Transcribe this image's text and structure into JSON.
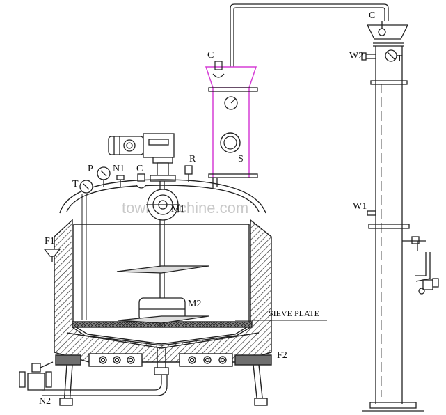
{
  "labels": {
    "c_top_left": "C",
    "c_top_right": "C",
    "w2": "W2",
    "t_right": "T",
    "s": "S",
    "r": "R",
    "c_mid": "C",
    "n1": "N1",
    "p": "P",
    "t_left": "T",
    "m1": "M1",
    "w1": "W1",
    "f1": "F1",
    "m2": "M2",
    "sieve_plate": "SIEVE PLATE",
    "f2": "F2",
    "n2": "N2"
  },
  "watermark": "towinmachine.com",
  "colors": {
    "line": "#222222",
    "column_outline": "#d63fd6",
    "insulation": "#555555"
  }
}
